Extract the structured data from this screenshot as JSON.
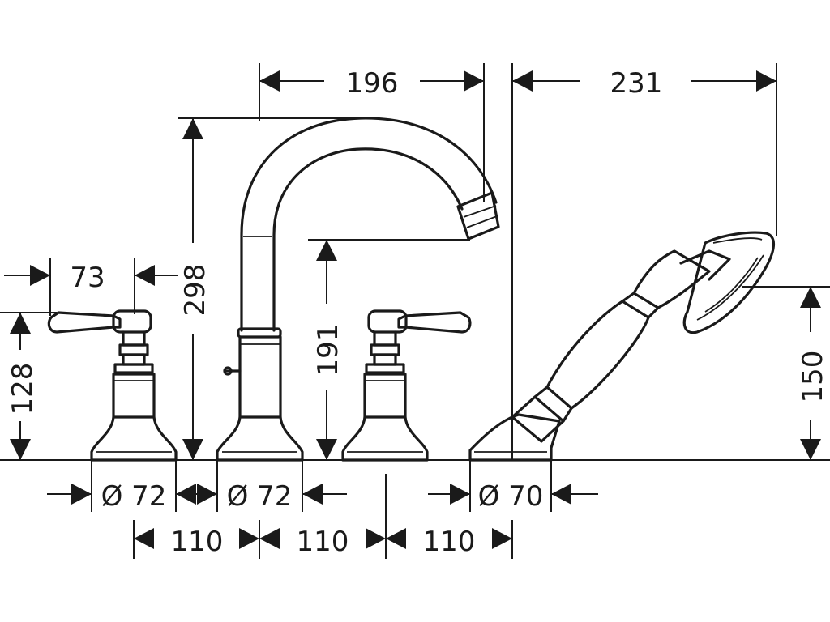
{
  "dimensions": {
    "spout_reach": "196",
    "handshower_reach": "231",
    "spout_height": "298",
    "spout_outlet_height": "191",
    "handle_length": "73",
    "valve_height": "128",
    "handshower_holder_height": "150",
    "base_diameter_left": "Ø 72",
    "base_diameter_spout": "Ø 72",
    "base_diameter_holder": "Ø 70",
    "spacing_1": "110",
    "spacing_2": "110",
    "spacing_3": "110"
  },
  "colors": {
    "line": "#1a1a1a",
    "background": "#ffffff"
  }
}
